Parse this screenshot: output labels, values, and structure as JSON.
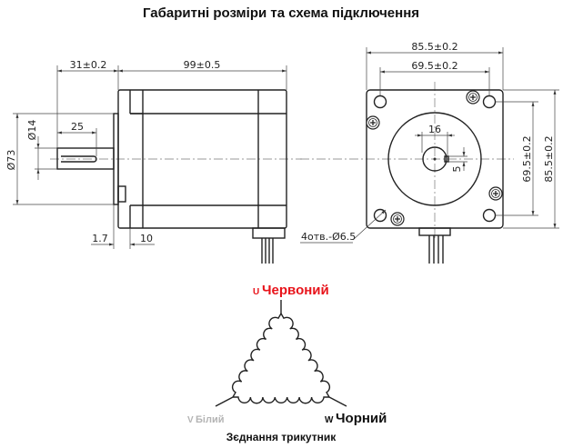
{
  "title": "Габаритні розміри та схема підключення",
  "side_view": {
    "shaft_length": "31±0.2",
    "body_length": "99±0.5",
    "key_length": "25",
    "shaft_diameter": "Ø14",
    "flange_diameter": "Ø73",
    "flange_thickness": "1.7",
    "front_plate": "10"
  },
  "front_view": {
    "width": "85.5±0.2",
    "hole_spacing_h": "69.5±0.2",
    "hole_spacing_v": "69.5±0.2",
    "height": "85.5±0.2",
    "flat_width": "16",
    "flat_depth": "5",
    "holes_label": "4отв.-Ø6.5"
  },
  "wiring": {
    "u_letter": "U",
    "u_color": "Червоний",
    "v_letter": "V",
    "v_color": "Білий",
    "w_letter": "W",
    "w_color": "Чорний",
    "caption": "Зєднання трикутник",
    "colors": {
      "u": "#e8141b",
      "v": "#b4b4b4",
      "w": "#111111"
    }
  }
}
